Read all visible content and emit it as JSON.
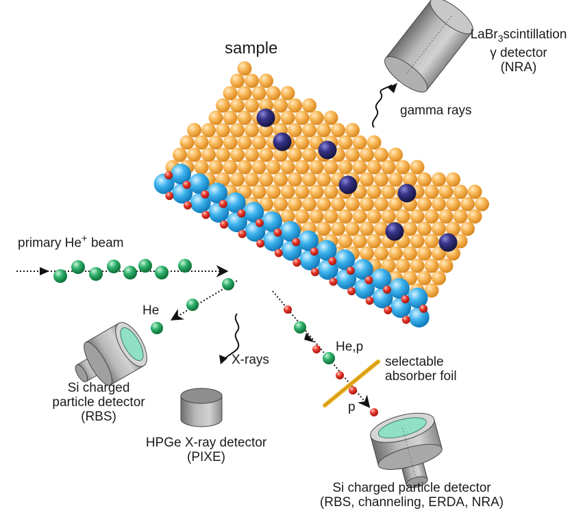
{
  "labels": {
    "sample": "sample",
    "gamma_detector": {
      "line1_prefix": "LaBr",
      "line1_subscript": "3",
      "line1_suffix": "scintillation",
      "line2": "γ detector",
      "line3": "(NRA)"
    },
    "gamma_rays": "gamma rays",
    "primary_beam": {
      "prefix": "primary He",
      "superscript": "+",
      "suffix": " beam"
    },
    "he": "He",
    "x_rays": "X-rays",
    "he_p": "He,p",
    "absorber_foil": {
      "line1": "selectable",
      "line2": "absorber foil"
    },
    "p": "p",
    "rbs_detector": {
      "line1": "Si charged",
      "line2": "particle detector",
      "line3": "(RBS)"
    },
    "pixe_detector": {
      "line1": "HPGe X-ray detector",
      "line2": "(PIXE)"
    },
    "multi_detector": {
      "line1": "Si charged particle detector",
      "line2": "(RBS, channeling, ERDA, NRA)"
    }
  },
  "colors": {
    "host_atom": "#f7b24a",
    "substrate_atom": "#29a8e6",
    "impurity_atom": "#2e2b74",
    "interstitial_atom": "#e5352a",
    "helium_ion": "#1f9e5a",
    "foil": "#e9ad1f",
    "detector_body": "#9a9a9a",
    "detector_window": "#8fe0c4"
  }
}
